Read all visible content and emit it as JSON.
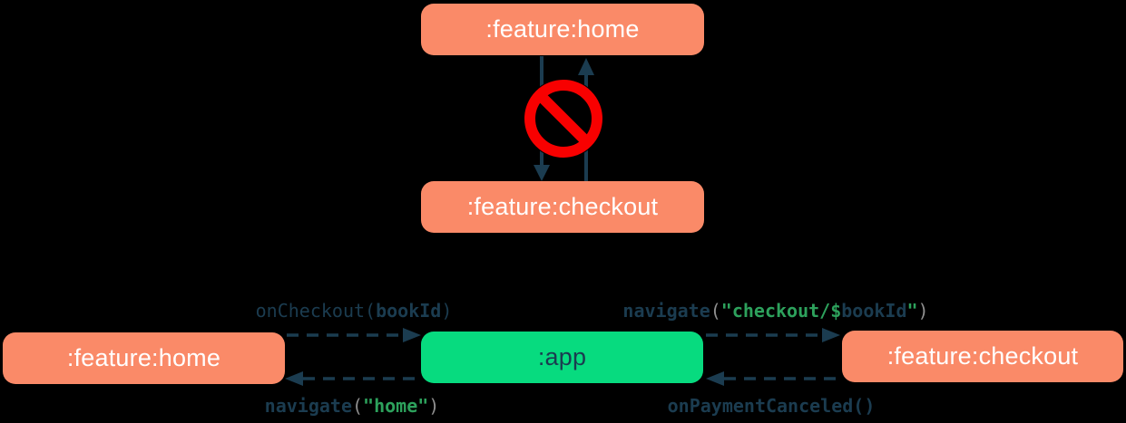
{
  "palette": {
    "background": "#000000",
    "feature_module_color": "#FA8A68",
    "app_module_color": "#07DB7F",
    "ink_color": "#1B3C50",
    "code_string_color": "#2DA15C",
    "code_paren_color": "#8F8F8F",
    "forbidden_red": "#F80000",
    "module_text_light": "#FFFFFF"
  },
  "forbidden_diagram": {
    "home_module": ":feature:home",
    "checkout_module": ":feature:checkout",
    "icon": "no-entry-icon"
  },
  "navigation_diagram": {
    "home_module": ":feature:home",
    "app_module": ":app",
    "checkout_module": ":feature:checkout",
    "edges": {
      "home_to_app": {
        "fn": "onCheckout(",
        "arg": "bookId",
        "close": ")"
      },
      "app_to_home": {
        "fn": "navigate",
        "open": "(",
        "string": "\"home\"",
        "close": ")"
      },
      "app_to_checkout": {
        "fn": "navigate",
        "open": "(",
        "string_start": "\"checkout/$",
        "template_var": "bookId",
        "string_end": "\"",
        "close": ")"
      },
      "checkout_to_app": {
        "fn": "onPaymentCanceled()"
      }
    }
  }
}
